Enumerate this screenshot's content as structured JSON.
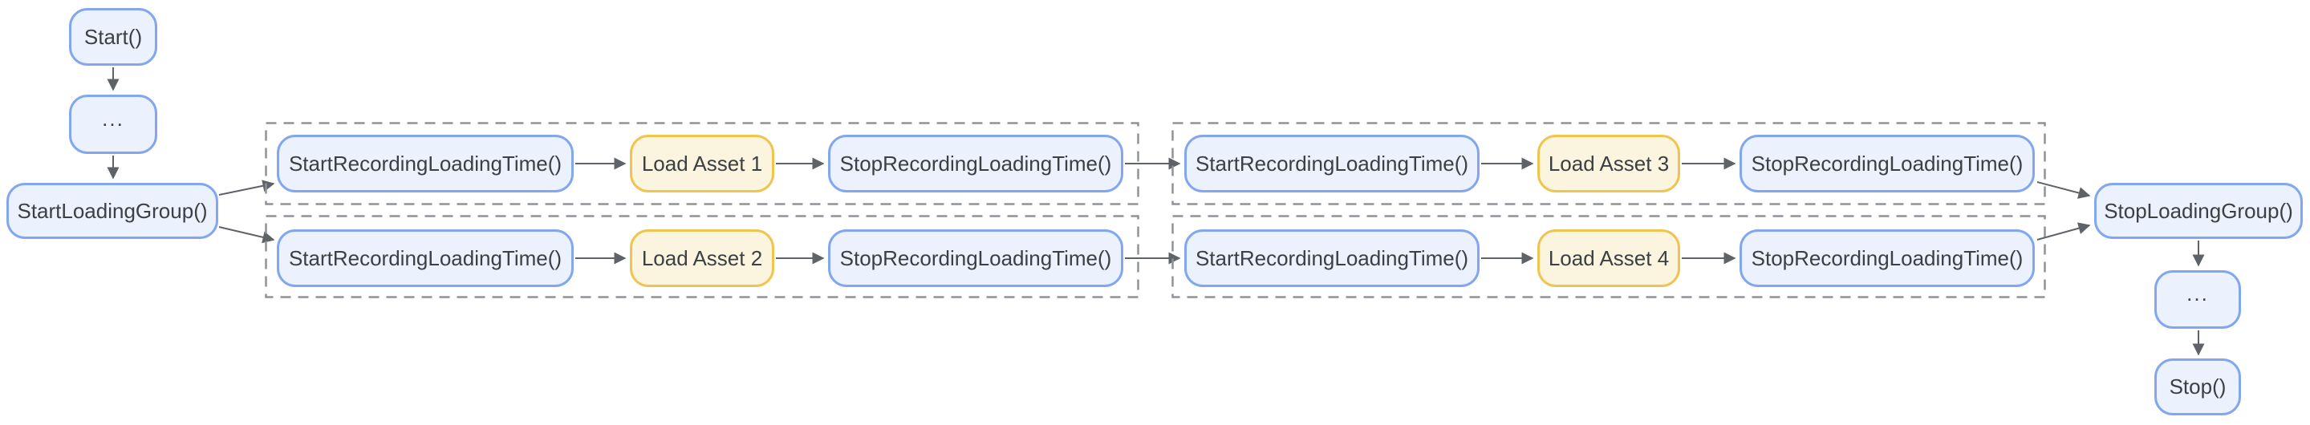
{
  "colors": {
    "background": "#FFFFFF",
    "node_blue_fill": "#EBF1FD",
    "node_blue_border": "#82A7EF",
    "node_yellow_fill": "#FBF4DE",
    "node_yellow_border": "#EFC44F",
    "edge_color": "#5F6368",
    "group_border": "#8E9399",
    "text_color": "#3C4043"
  },
  "nodes": {
    "start": "Start()",
    "ellipsis_top": "...",
    "start_loading_group": "StartLoadingGroup()",
    "stop_loading_group": "StopLoadingGroup()",
    "ellipsis_bottom": "...",
    "stop": "Stop()"
  },
  "sequences": [
    {
      "start": "StartRecordingLoadingTime()",
      "asset": "Load Asset 1",
      "stop": "StopRecordingLoadingTime()"
    },
    {
      "start": "StartRecordingLoadingTime()",
      "asset": "Load Asset 2",
      "stop": "StopRecordingLoadingTime()"
    },
    {
      "start": "StartRecordingLoadingTime()",
      "asset": "Load Asset 3",
      "stop": "StopRecordingLoadingTime()"
    },
    {
      "start": "StartRecordingLoadingTime()",
      "asset": "Load Asset 4",
      "stop": "StopRecordingLoadingTime()"
    }
  ]
}
